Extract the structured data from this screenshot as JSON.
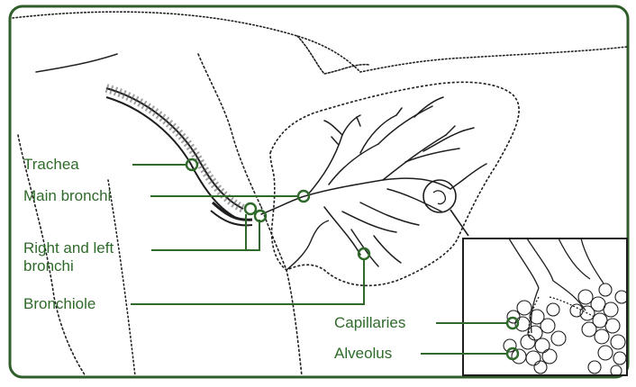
{
  "diagram": {
    "labels": {
      "trachea": "Trachea",
      "main_bronchi": "Main bronchi",
      "right_left_bronchi_line1": "Right and left",
      "right_left_bronchi_line2": "bronchi",
      "bronchiole": "Bronchiole",
      "capillaries": "Capillaries",
      "alveolus": "Alveolus"
    },
    "colors": {
      "label": "#2f6a2a",
      "frame": "#2f5e2a",
      "drawing": "#1e1e1e",
      "marker": "#2f6a2a"
    }
  }
}
